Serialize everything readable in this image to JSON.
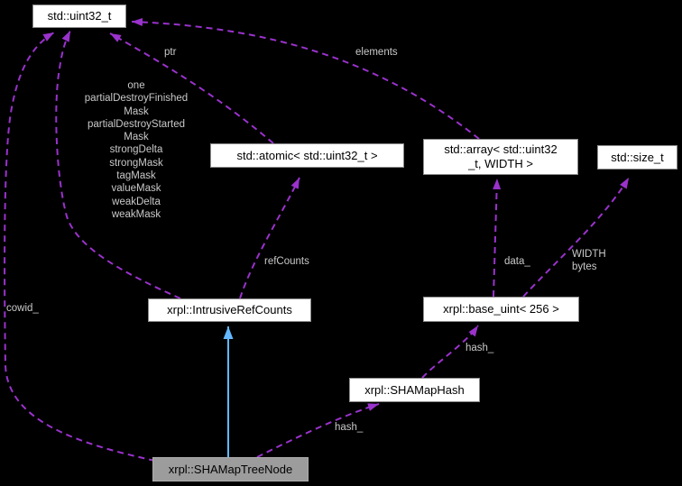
{
  "diagram_type": "collaboration-graph",
  "nodes": {
    "uint32": {
      "label": "std::uint32_t"
    },
    "atomic": {
      "label": "std::atomic< std::uint32_t >"
    },
    "array": {
      "label": "std::array< std::uint32\n_t, WIDTH >"
    },
    "size_t": {
      "label": "std::size_t"
    },
    "intrusive_ref_counts": {
      "label": "xrpl::IntrusiveRefCounts"
    },
    "base_uint": {
      "label": "xrpl::base_uint< 256 >"
    },
    "shamap_hash": {
      "label": "xrpl::SHAMapHash"
    },
    "shamap_tree_node": {
      "label": "xrpl::SHAMapTreeNode"
    }
  },
  "edge_labels": {
    "ptr": "ptr",
    "elements": "elements",
    "uint32_members": "one\npartialDestroyFinished\nMask\npartialDestroyStarted\nMask\nstrongDelta\nstrongMask\ntagMask\nvalueMask\nweakDelta\nweakMask",
    "ref_counts": "refCounts",
    "cowid": "cowid_",
    "data": "data_",
    "width_bytes": "WIDTH\nbytes",
    "hash_to_base_uint": "hash_",
    "hash_to_shamap_hash": "hash_"
  },
  "colors": {
    "background": "#000000",
    "dependency_edge": "#9A32CC",
    "inheritance_edge": "#63B8FF",
    "edge_label_text": "#C9C9C9",
    "node_fill": "#FFFFFF",
    "node_border": "#8C8C8C",
    "node_text": "#000000",
    "highlight_node_fill": "#9C9C9C",
    "highlight_node_border": "#ADADAD"
  }
}
